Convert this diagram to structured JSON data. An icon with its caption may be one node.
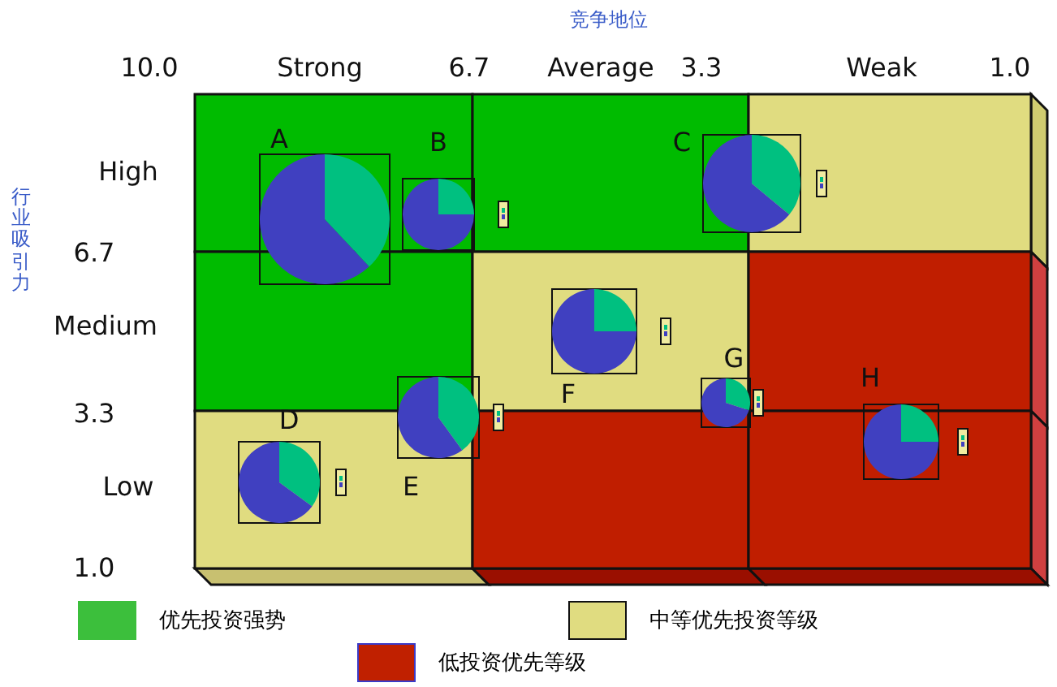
{
  "diagram": {
    "labels": [
      "竞争地位",
      "10.0",
      "Strong",
      "6.7",
      "Average",
      "3.3",
      "Weak",
      "1.0",
      "行业吸引力",
      "High",
      "6.7",
      "Medium",
      "3.3",
      "Low",
      "1.0",
      "A",
      "B",
      "C",
      "G",
      "H",
      "D",
      "F",
      "E"
    ],
    "legend": [
      {
        "text": "优先投资强势",
        "color": "#3cbf3c"
      },
      {
        "text": "中等优先投资等级",
        "color": "#e0dc80"
      },
      {
        "text": "低投资优先等级",
        "color": "#c02000"
      }
    ]
  }
}
